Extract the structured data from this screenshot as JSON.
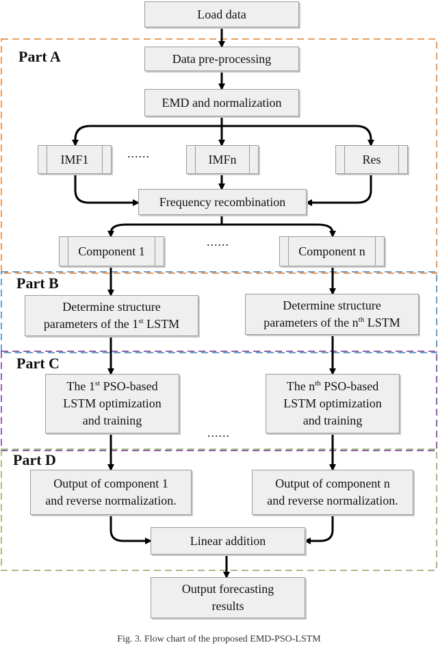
{
  "parts": {
    "a": "Part A",
    "b": "Part B",
    "c": "Part C",
    "d": "Part D"
  },
  "nodes": {
    "load_data": "Load data",
    "preprocessing": "Data pre-processing",
    "emd": "EMD and normalization",
    "imf1": "IMF1",
    "imf_dots": "......",
    "imfn": "IMFn",
    "res": "Res",
    "freq_recomb": "Frequency recombination",
    "component1": "Component 1",
    "component_dots": "......",
    "componentn": "Component n",
    "lstm1": {
      "line1": "Determine structure",
      "line2_pre": "parameters of the 1",
      "line2_sup": "st",
      "line2_post": " LSTM"
    },
    "lstmn": {
      "line1": "Determine structure",
      "line2_pre": "parameters of the n",
      "line2_sup": "th",
      "line2_post": " LSTM"
    },
    "pso1": {
      "line1_pre": "The 1",
      "line1_sup": "st",
      "line1_post": " PSO-based",
      "line2": "LSTM optimization",
      "line3": "and training"
    },
    "pso_dots": "......",
    "pson": {
      "line1_pre": "The n",
      "line1_sup": "th",
      "line1_post": " PSO-based",
      "line2": "LSTM optimization",
      "line3": "and training"
    },
    "out1": {
      "line1": "Output of component 1",
      "line2": "and reverse normalization."
    },
    "outn": {
      "line1": "Output of component n",
      "line2": "and reverse normalization."
    },
    "linear_addition": "Linear addition",
    "final": {
      "line1": "Output forecasting",
      "line2": "results"
    }
  },
  "caption": "Fig. 3.  Flow chart of the proposed EMD-PSO-LSTM",
  "colors": {
    "part_a": "#e07b2a",
    "part_b": "#3a7fb5",
    "part_c": "#6a2f8f",
    "part_d": "#8aa55a"
  }
}
